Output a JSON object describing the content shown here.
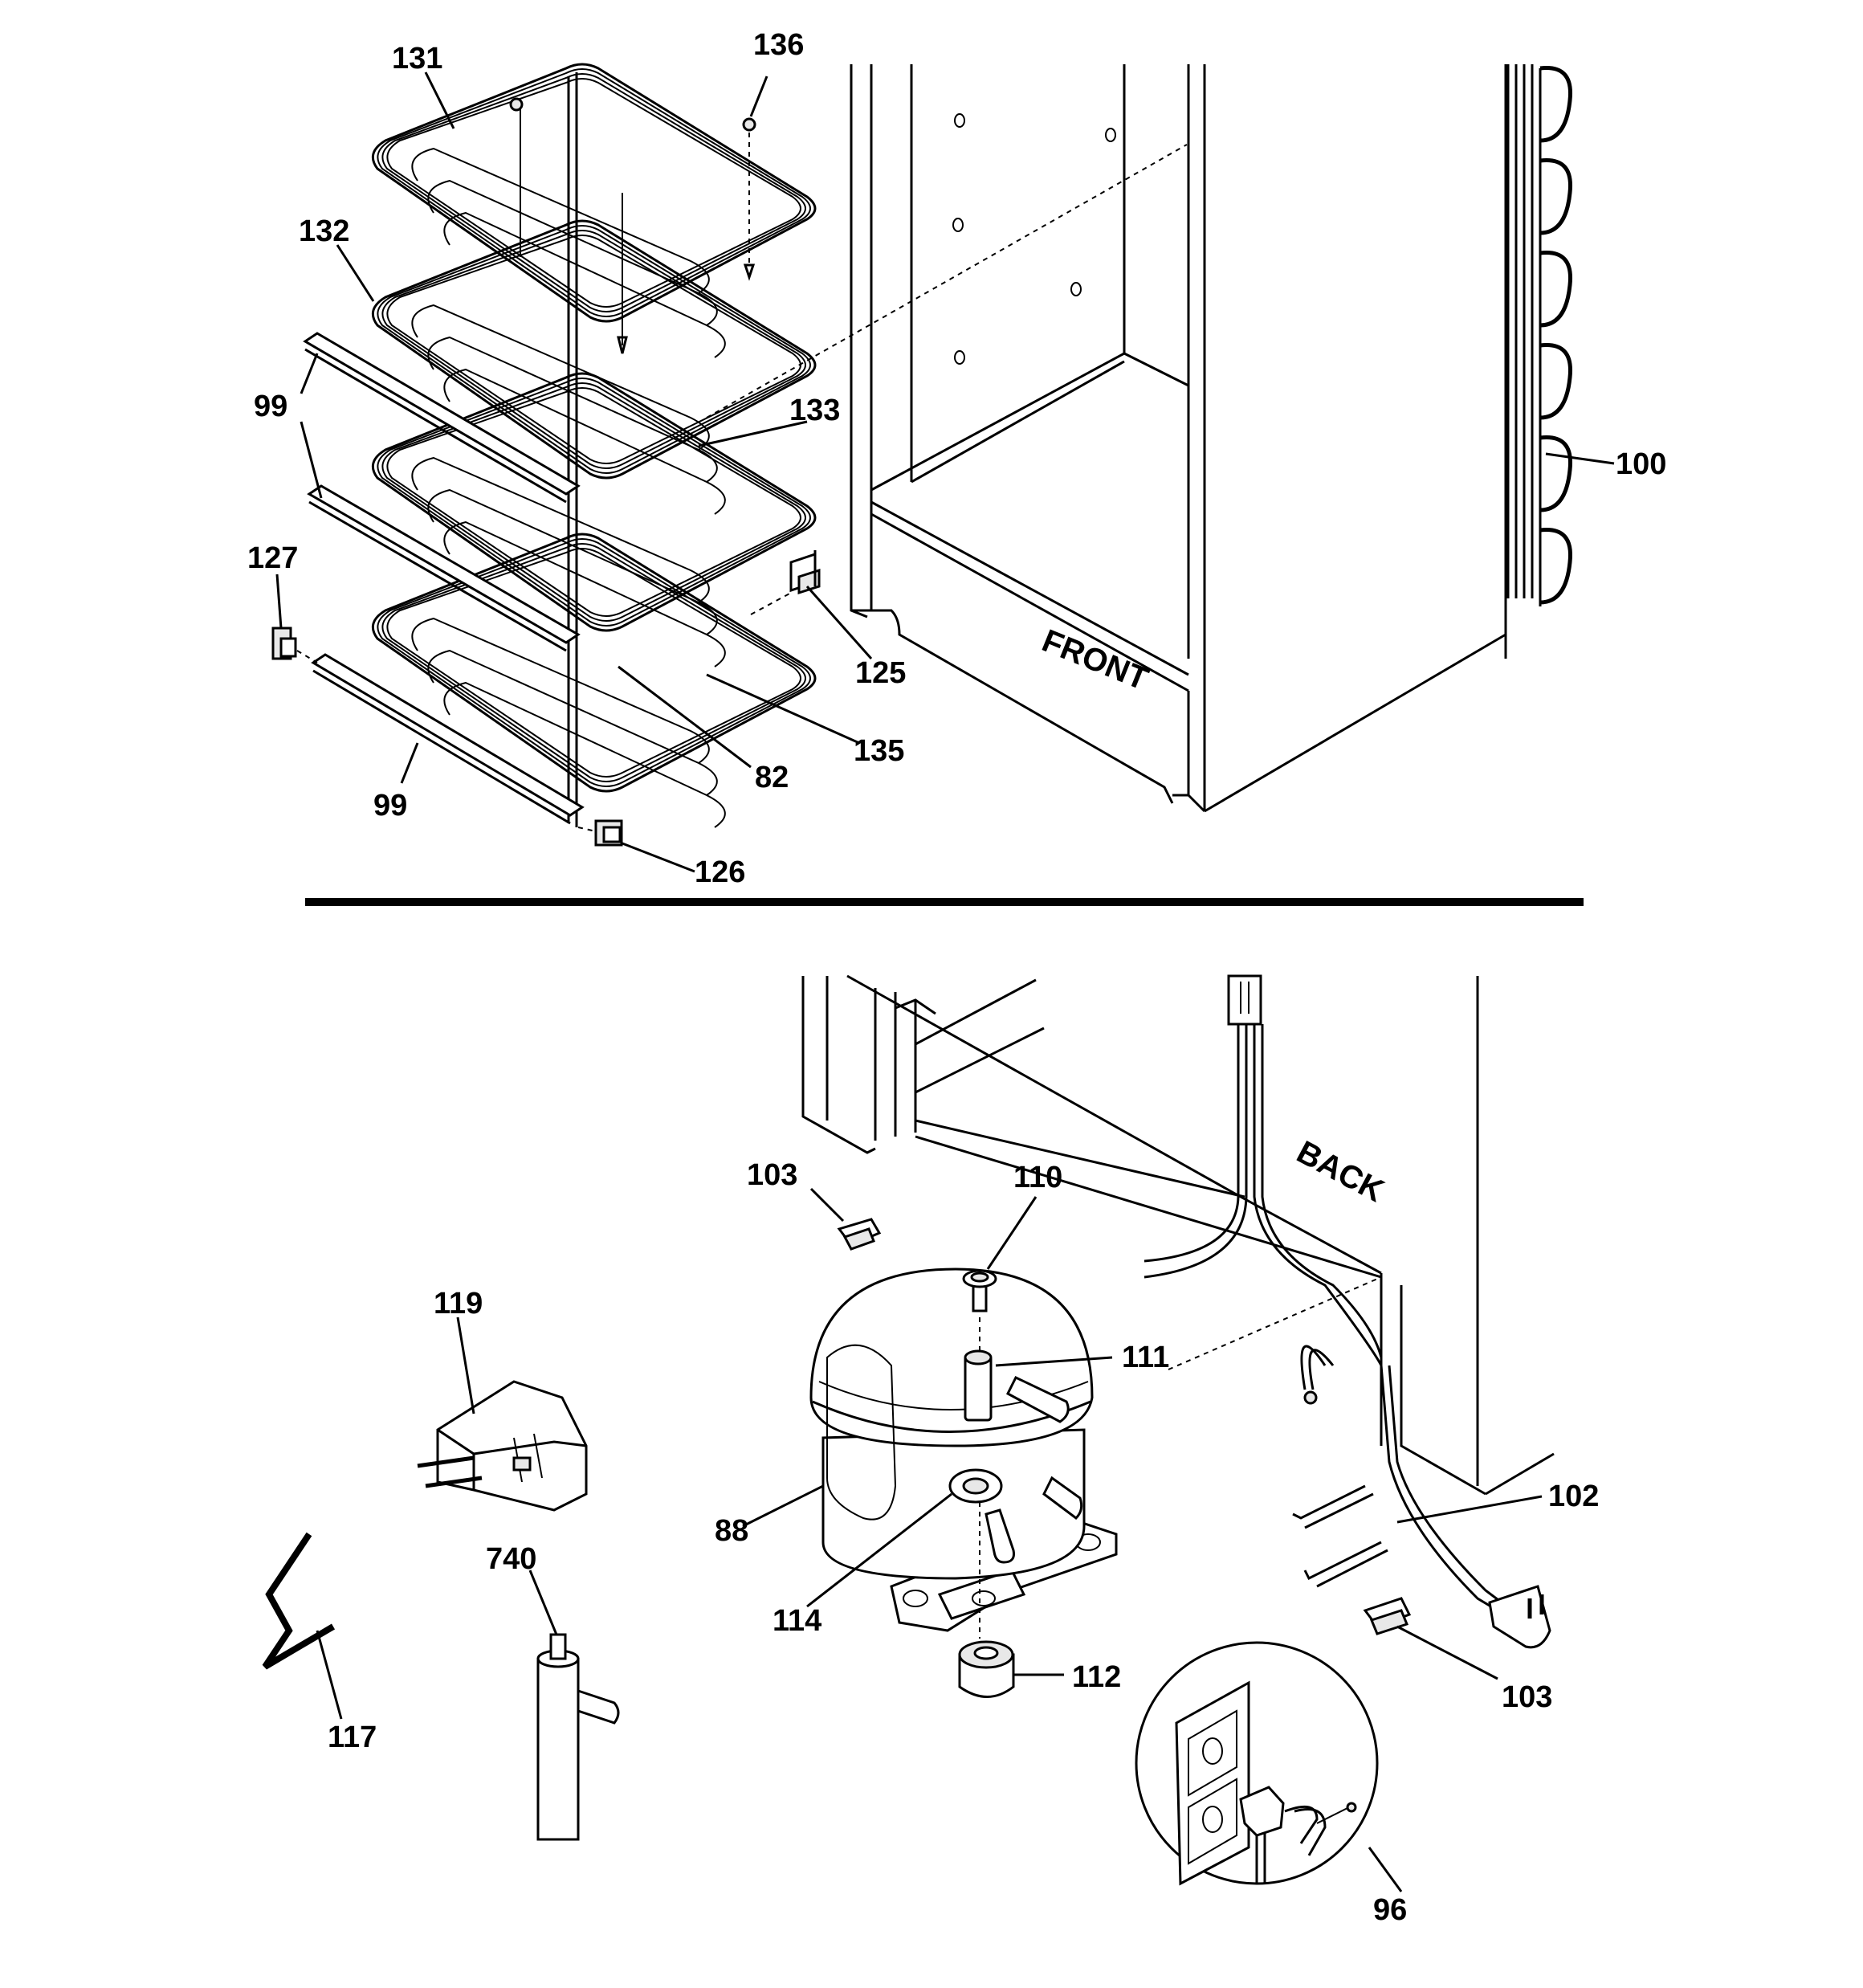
{
  "labels": {
    "p131": "131",
    "p136": "136",
    "p132": "132",
    "p99a": "99",
    "p133": "133",
    "p100": "100",
    "p127": "127",
    "p125": "125",
    "p135": "135",
    "p82": "82",
    "p99b": "99",
    "p126": "126",
    "p103a": "103",
    "p110": "110",
    "p119": "119",
    "p111": "111",
    "p88": "88",
    "p102": "102",
    "p740": "740",
    "p114": "114",
    "p112": "112",
    "p103b": "103",
    "p117": "117",
    "p96": "96"
  },
  "text": {
    "front": "FRONT",
    "back": "BACK"
  }
}
